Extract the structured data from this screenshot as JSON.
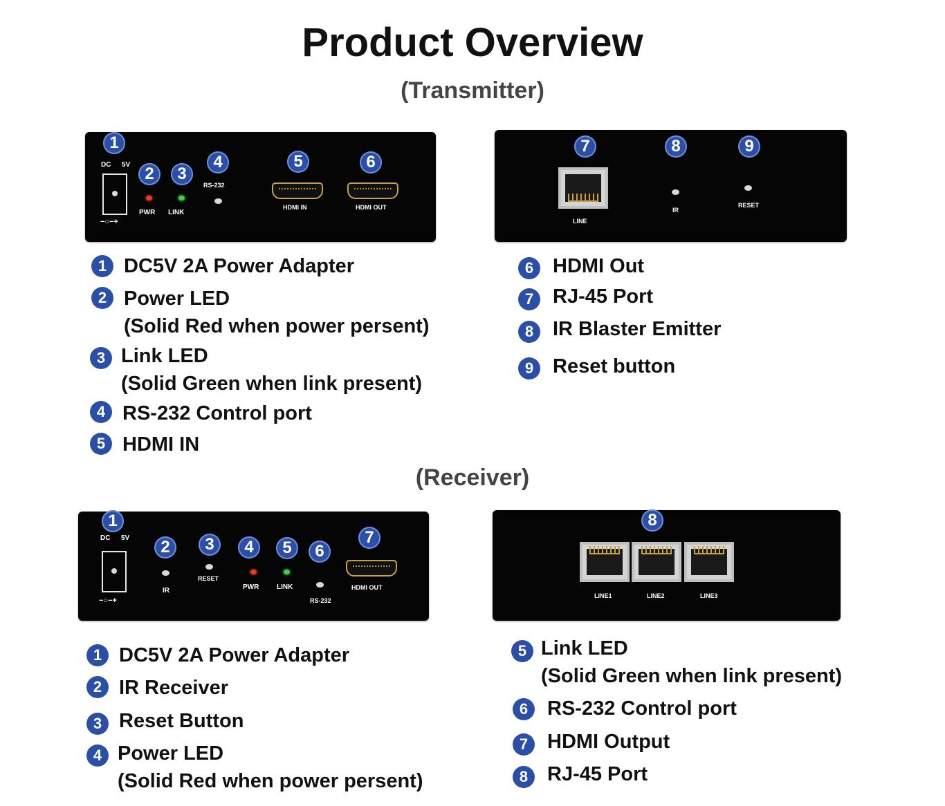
{
  "title": "Product Overview",
  "transmitter": {
    "label": "(Transmitter)",
    "front": {
      "dc_label": "DC",
      "dc_volt": "5V",
      "pwr_label": "PWR",
      "link_label": "LINK",
      "rs232_label": "RS-232",
      "hdmi_in_label": "HDMI IN",
      "hdmi_out_label": "HDMI OUT",
      "polarity": "−○−+"
    },
    "back": {
      "line_label": "LINE",
      "ir_label": "IR",
      "reset_label": "RESET"
    },
    "legend_left": [
      {
        "num": "1",
        "text": "DC5V 2A Power Adapter",
        "note": ""
      },
      {
        "num": "2",
        "text": "Power LED",
        "note": "(Solid Red when power persent)"
      },
      {
        "num": "3",
        "text": "Link LED",
        "note": "(Solid Green when link present)"
      },
      {
        "num": "4",
        "text": "RS-232 Control port",
        "note": ""
      },
      {
        "num": "5",
        "text": "HDMI IN",
        "note": ""
      }
    ],
    "legend_right": [
      {
        "num": "6",
        "text": "HDMI Out"
      },
      {
        "num": "7",
        "text": "RJ-45 Port"
      },
      {
        "num": "8",
        "text": "IR Blaster Emitter"
      },
      {
        "num": "9",
        "text": "Reset button"
      }
    ]
  },
  "receiver": {
    "label": "(Receiver)",
    "front": {
      "dc_label": "DC",
      "dc_volt": "5V",
      "ir_label": "IR",
      "reset_label": "RESET",
      "pwr_label": "PWR",
      "link_label": "LINK",
      "rs232_label": "RS-232",
      "hdmi_out_label": "HDMI OUT",
      "polarity": "−○−+"
    },
    "back": {
      "line1_label": "LINE1",
      "line2_label": "LINE2",
      "line3_label": "LINE3"
    },
    "legend_left": [
      {
        "num": "1",
        "text": "DC5V 2A Power Adapter",
        "note": ""
      },
      {
        "num": "2",
        "text": "IR Receiver",
        "note": ""
      },
      {
        "num": "3",
        "text": "Reset Button",
        "note": ""
      },
      {
        "num": "4",
        "text": "Power LED",
        "note": "(Solid Red when power persent)"
      }
    ],
    "legend_right": [
      {
        "num": "5",
        "text": "Link LED",
        "note": "(Solid Green when link present)"
      },
      {
        "num": "6",
        "text": "RS-232 Control port",
        "note": ""
      },
      {
        "num": "7",
        "text": "HDMI Output",
        "note": ""
      },
      {
        "num": "8",
        "text": "RJ-45 Port",
        "note": ""
      }
    ]
  },
  "colors": {
    "badge": "#2b4fa7",
    "panel": "#050505",
    "led_red": "#e63a23",
    "led_green": "#3cd14a",
    "hdmi_gold": "#c8a24a"
  }
}
